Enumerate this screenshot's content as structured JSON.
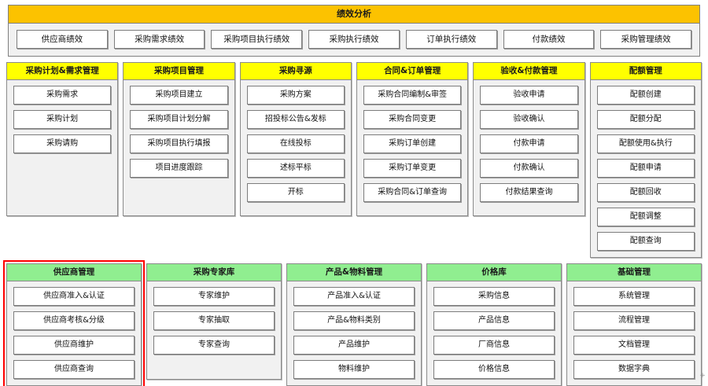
{
  "performance": {
    "title": "绩效分析",
    "buttons": [
      "供应商绩效",
      "采购需求绩效",
      "采购项目执行绩效",
      "采购执行绩效",
      "订单执行绩效",
      "付款绩效",
      "采购管理绩效"
    ]
  },
  "colors": {
    "banner": "#fcc200",
    "module_yellow": "#ffff00",
    "module_green": "#90ee90",
    "highlight_border": "#ff0000",
    "panel_background": "#f1f1f1",
    "button_background": "#ffffff"
  },
  "top_row": [
    {
      "title": "采购计划&需求管理",
      "theme": "yellow",
      "highlighted": false,
      "items": [
        "采购需求",
        "采购计划",
        "采购请购"
      ]
    },
    {
      "title": "采购项目管理",
      "theme": "yellow",
      "highlighted": false,
      "items": [
        "采购项目建立",
        "采购项目计划分解",
        "采购项目执行填报",
        "项目进度跟踪"
      ]
    },
    {
      "title": "采购寻源",
      "theme": "yellow",
      "highlighted": false,
      "items": [
        "采购方案",
        "招投标公告&发标",
        "在线投标",
        "述标平标",
        "开标"
      ]
    },
    {
      "title": "合同&订单管理",
      "theme": "yellow",
      "highlighted": false,
      "items": [
        "采购合同编制&审签",
        "采购合同变更",
        "采购订单创建",
        "采购订单变更",
        "采购合同&订单查询"
      ]
    },
    {
      "title": "验收&付款管理",
      "theme": "yellow",
      "highlighted": false,
      "items": [
        "验收申请",
        "验收确认",
        "付款申请",
        "付款确认",
        "付款结果查询"
      ]
    },
    {
      "title": "配额管理",
      "theme": "yellow",
      "highlighted": false,
      "items": [
        "配额创建",
        "配额分配",
        "配额使用&执行",
        "配额申请",
        "配额回收",
        "配额调整",
        "配额查询"
      ]
    }
  ],
  "bottom_row": [
    {
      "title": "供应商管理",
      "theme": "green",
      "highlighted": true,
      "items": [
        "供应商准入&认证",
        "供应商考核&分级",
        "供应商维护",
        "供应商查询"
      ]
    },
    {
      "title": "采购专家库",
      "theme": "green",
      "highlighted": false,
      "items": [
        "专家维护",
        "专家抽取",
        "专家查询"
      ]
    },
    {
      "title": "产品&物料管理",
      "theme": "green",
      "highlighted": false,
      "items": [
        "产品准入&认证",
        "产品&物料类别",
        "产品维护",
        "物料维护"
      ]
    },
    {
      "title": "价格库",
      "theme": "green",
      "highlighted": false,
      "items": [
        "采购信息",
        "产品信息",
        "厂商信息",
        "价格信息"
      ]
    },
    {
      "title": "基础管理",
      "theme": "green",
      "highlighted": false,
      "items": [
        "系统管理",
        "流程管理",
        "文档管理",
        "数据字典"
      ]
    }
  ]
}
